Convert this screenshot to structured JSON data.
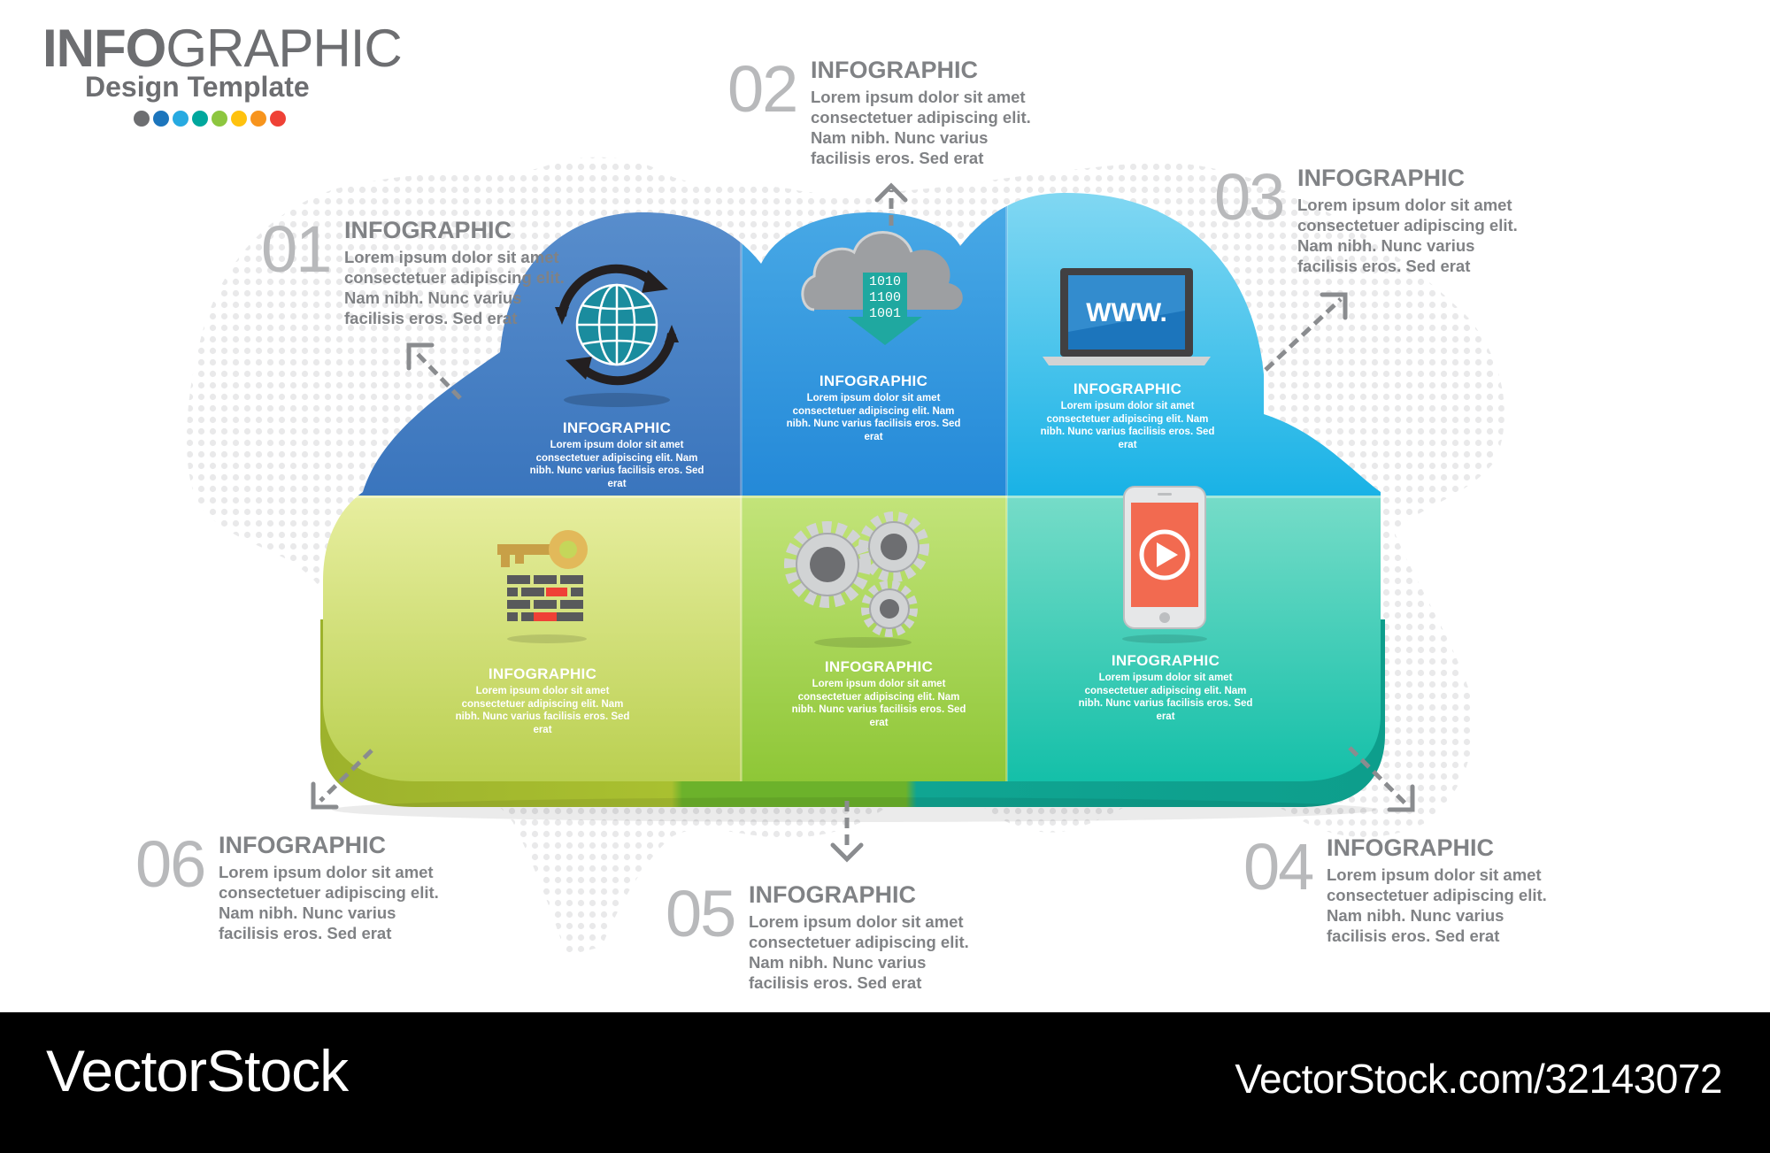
{
  "header": {
    "title_bold": "INFO",
    "title_light": "GRAPHIC",
    "subtitle": "Design Template"
  },
  "palette": [
    "#6d6e71",
    "#1c75bc",
    "#27aae1",
    "#00a79d",
    "#8dc63f",
    "#ffc20e",
    "#f7941d",
    "#ef4136"
  ],
  "steps": [
    {
      "num": "01",
      "title": "INFOGRAPHIC",
      "body": "Lorem ipsum dolor sit amet consectetuer adipiscing elit. Nam nibh. Nunc varius facilisis eros. Sed erat"
    },
    {
      "num": "02",
      "title": "INFOGRAPHIC",
      "body": "Lorem ipsum dolor sit amet consectetuer adipiscing elit. Nam nibh. Nunc varius facilisis eros. Sed erat"
    },
    {
      "num": "03",
      "title": "INFOGRAPHIC",
      "body": "Lorem ipsum dolor sit amet consectetuer adipiscing elit. Nam nibh. Nunc varius facilisis eros. Sed erat"
    },
    {
      "num": "04",
      "title": "INFOGRAPHIC",
      "body": "Lorem ipsum dolor sit amet consectetuer adipiscing elit. Nam nibh. Nunc varius facilisis eros. Sed erat"
    },
    {
      "num": "05",
      "title": "INFOGRAPHIC",
      "body": "Lorem ipsum dolor sit amet consectetuer adipiscing elit. Nam nibh. Nunc varius facilisis eros. Sed erat"
    },
    {
      "num": "06",
      "title": "INFOGRAPHIC",
      "body": "Lorem ipsum dolor sit amet consectetuer adipiscing elit. Nam nibh. Nunc varius facilisis eros. Sed erat"
    }
  ],
  "panels": [
    {
      "icon": "globe-sync-icon",
      "title": "INFOGRAPHIC",
      "body": "Lorem ipsum dolor sit amet consectetuer adipiscing elit. Nam nibh. Nunc varius facilisis eros. Sed erat",
      "color": "#3f7fc4"
    },
    {
      "icon": "cloud-download-icon",
      "title": "INFOGRAPHIC",
      "body": "Lorem ipsum dolor sit amet consectetuer adipiscing elit. Nam nibh. Nunc varius facilisis eros. Sed erat",
      "binary": [
        "1010",
        "1100",
        "1001"
      ],
      "color": "#2a9ae0"
    },
    {
      "icon": "laptop-www-icon",
      "title": "INFOGRAPHIC",
      "body": "Lorem ipsum dolor sit amet consectetuer adipiscing elit. Nam nibh. Nunc varius facilisis eros. Sed erat",
      "screen_text": "WWW.",
      "color": "#1ab8e8"
    },
    {
      "icon": "key-firewall-icon",
      "title": "INFOGRAPHIC",
      "body": "Lorem ipsum dolor sit amet consectetuer adipiscing elit. Nam nibh. Nunc varius facilisis eros. Sed erat",
      "color": "#c5d65a"
    },
    {
      "icon": "gears-icon",
      "title": "INFOGRAPHIC",
      "body": "Lorem ipsum dolor sit amet consectetuer adipiscing elit. Nam nibh. Nunc varius facilisis eros. Sed erat",
      "color": "#9ccc3c"
    },
    {
      "icon": "phone-video-icon",
      "title": "INFOGRAPHIC",
      "body": "Lorem ipsum dolor sit amet consectetuer adipiscing elit. Nam nibh. Nunc varius facilisis eros. Sed erat",
      "color": "#1cc4b0"
    }
  ],
  "footer": {
    "logo": "VectorStock",
    "url": "VectorStock.com/32143072"
  }
}
